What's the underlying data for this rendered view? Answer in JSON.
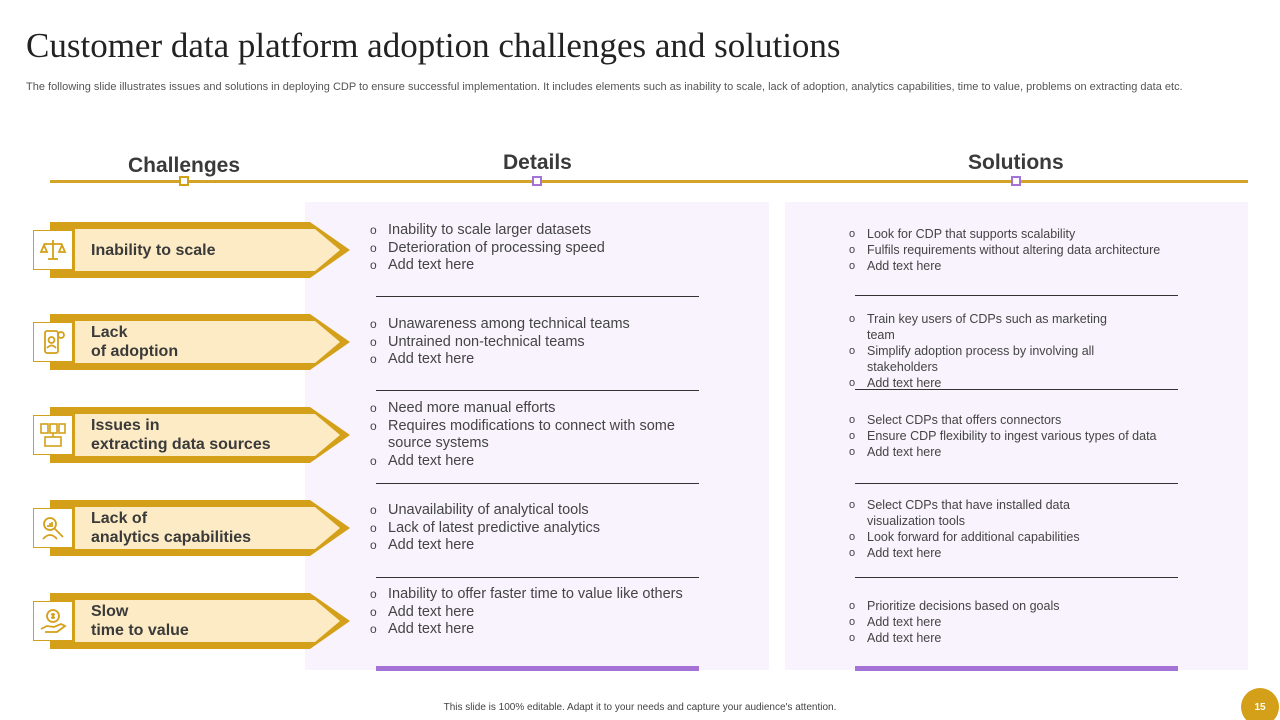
{
  "slide": {
    "title": "Customer data platform adoption challenges and solutions",
    "subtitle": "The following slide illustrates issues and solutions in deploying CDP to ensure successful implementation. It includes elements such as inability to scale, lack of adoption, analytics capabilities, time to value, problems on extracting data etc.",
    "footer": "This slide is 100% editable. Adapt it to your needs and capture your audience's attention.",
    "page_number": "15"
  },
  "columns": {
    "challenges": "Challenges",
    "details": "Details",
    "solutions": "Solutions"
  },
  "colors": {
    "gold": "#d4a019",
    "cream": "#fcebc4",
    "purple": "#a572d6",
    "panel": "#f8f3fd"
  },
  "rows": [
    {
      "challenge": "Inability to scale",
      "icon": "scale-balance-icon",
      "details": [
        "Inability  to scale larger datasets",
        "Deterioration of processing speed",
        "Add text here"
      ],
      "solutions": [
        "Look for CDP that supports scalability",
        "Fulfils requirements  without altering data architecture",
        "Add text here"
      ]
    },
    {
      "challenge": "Lack\nof adoption",
      "icon": "mobile-user-icon",
      "details": [
        "Unawareness among technical teams",
        "Untrained non-technical teams",
        "Add text here"
      ],
      "solutions": [
        "Train  key users of CDPs such as marketing team",
        "Simplify adoption process by involving   all stakeholders",
        "Add text here"
      ]
    },
    {
      "challenge": "Issues in\nextracting data sources",
      "icon": "data-documents-icon",
      "details": [
        "Need more manual efforts",
        "Requires modifications to connect with some source systems",
        "Add text here"
      ],
      "solutions": [
        "Select CDPs that offers connectors",
        "Ensure CDP flexibility to ingest various  types of data",
        "Add text here"
      ]
    },
    {
      "challenge": "Lack of\nanalytics capabilities",
      "icon": "analytics-person-icon",
      "details": [
        "Unavailability  of analytical tools",
        "Lack of latest predictive analytics",
        "Add text here"
      ],
      "solutions": [
        "Select CDPs that have  installed data visualization tools",
        "Look forward  for additional capabilities",
        "Add text here"
      ]
    },
    {
      "challenge": "Slow\ntime to value",
      "icon": "hand-money-icon",
      "details": [
        "Inability  to offer faster time to value like others",
        "Add text here",
        "Add text here"
      ],
      "solutions": [
        "Prioritize decisions based on goals",
        "Add text here",
        "Add text here"
      ]
    }
  ]
}
